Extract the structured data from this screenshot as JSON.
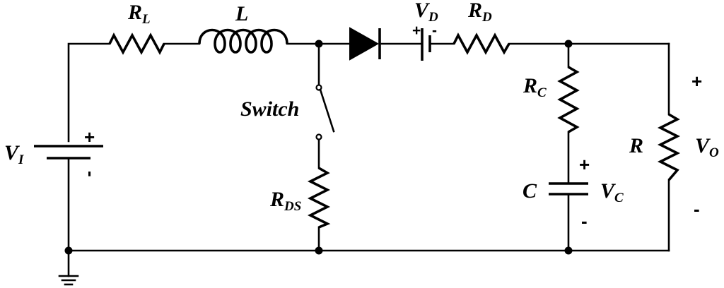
{
  "labels": {
    "rl_main": "R",
    "rl_sub": "L",
    "l_main": "L",
    "vd_main": "V",
    "vd_sub": "D",
    "rd_main": "R",
    "rd_sub": "D",
    "switch": "Switch",
    "rc_main": "R",
    "rc_sub": "C",
    "vi_main": "V",
    "vi_sub": "I",
    "r_main": "R",
    "vo_main": "V",
    "vo_sub": "O",
    "rds_main": "R",
    "rds_sub": "DS",
    "c_main": "C",
    "vc_main": "V",
    "vc_sub": "C"
  },
  "signs": {
    "plus": "+",
    "minus": "-"
  }
}
